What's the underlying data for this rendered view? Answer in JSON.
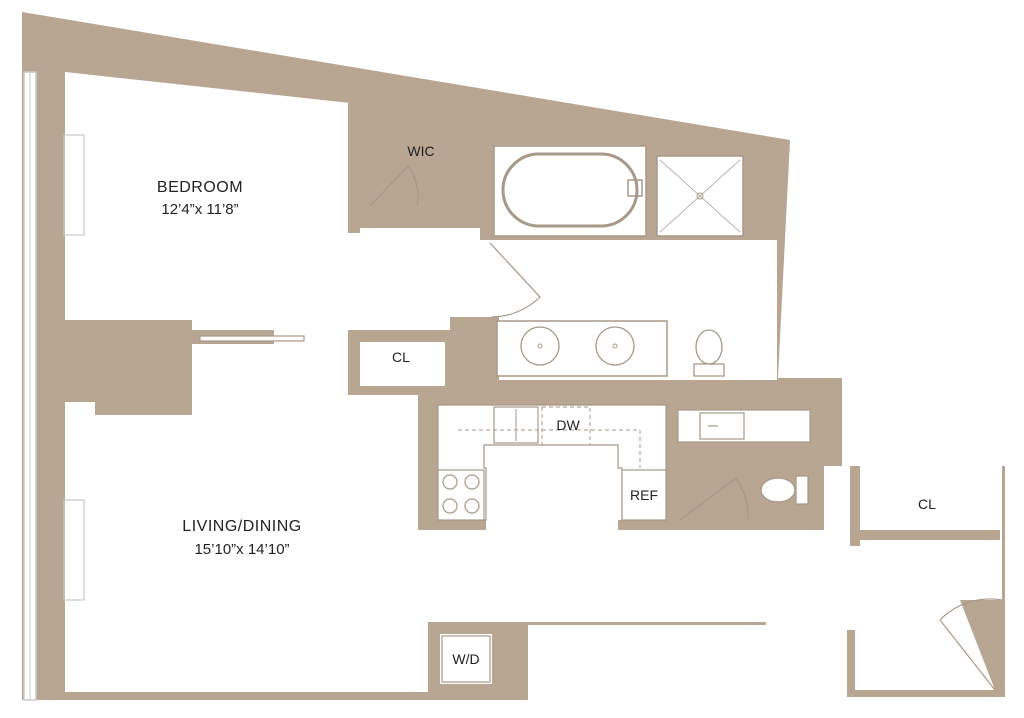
{
  "colors": {
    "wall": "#b8a693",
    "fixture_stroke": "#a89888",
    "window": "#c8c8c8",
    "background": "#ffffff",
    "text": "#222222"
  },
  "rooms": {
    "bedroom": {
      "name": "BEDROOM",
      "dimensions": "12’4”x 11’8”"
    },
    "living": {
      "name": "LIVING/DINING",
      "dimensions": "15’10”x 14’10”"
    }
  },
  "labels": {
    "wic": "WIC",
    "cl_bedroom": "CL",
    "cl_entry": "CL",
    "dw": "DW",
    "ref": "REF",
    "wd": "W/D"
  }
}
